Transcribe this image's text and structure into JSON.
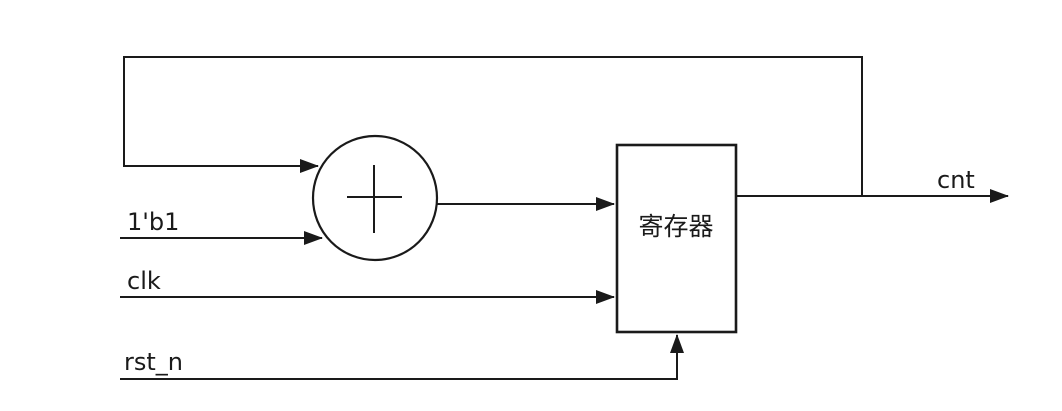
{
  "diagram": {
    "kind": "counter-block-diagram",
    "background_color": "#ffffff",
    "line_color": "#1a1a1a",
    "nodes": {
      "adder": {
        "shape": "circle",
        "symbol": "+"
      },
      "register": {
        "shape": "rect",
        "label": "寄存器"
      }
    },
    "signals": {
      "const_one": {
        "label": "1'b1"
      },
      "clk": {
        "label": "clk"
      },
      "rst_n": {
        "label": "rst_n"
      },
      "cnt": {
        "label": "cnt"
      }
    }
  }
}
